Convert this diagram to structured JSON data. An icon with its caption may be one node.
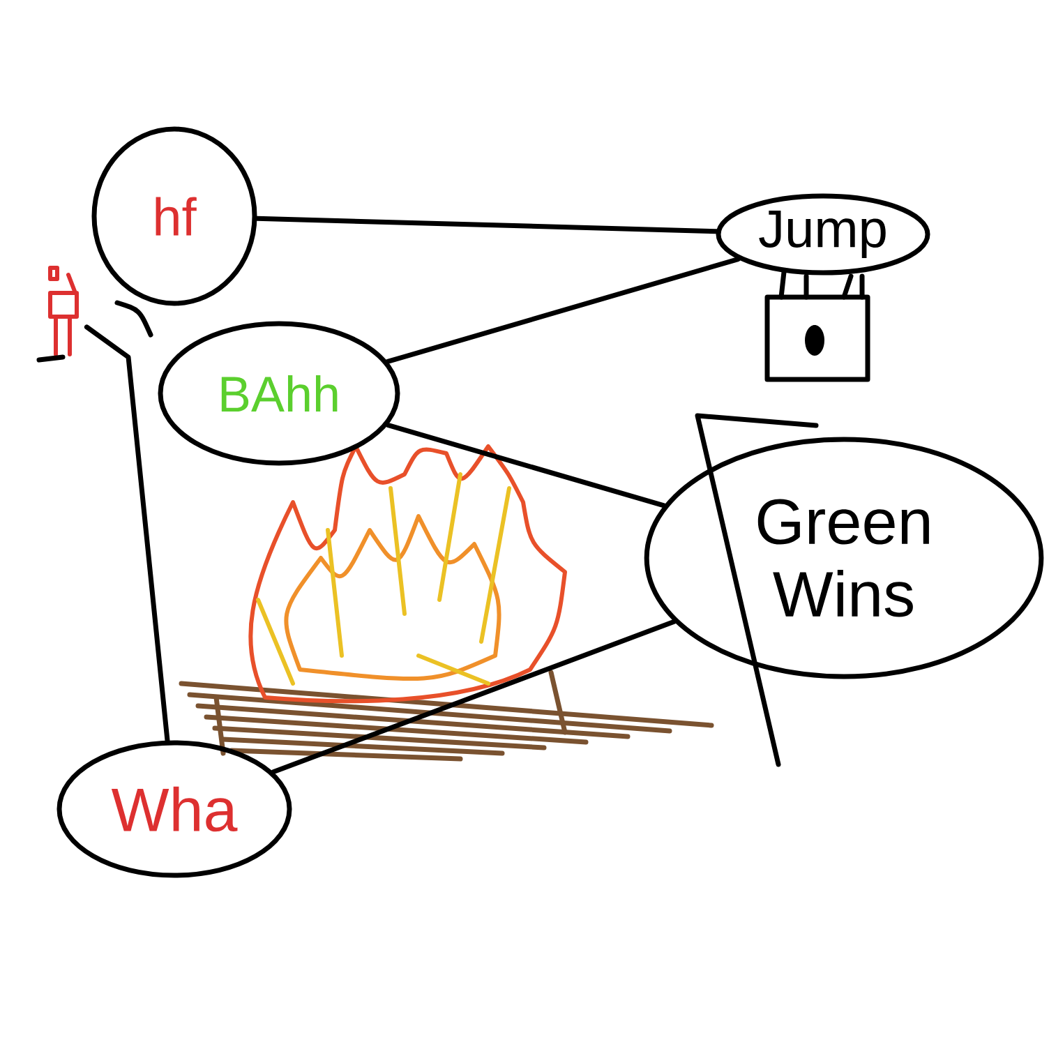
{
  "diagram": {
    "nodes": [
      {
        "text": [
          "hf"
        ]
      },
      {
        "text": [
          "Jump"
        ]
      },
      {
        "text": [
          "BAhh"
        ]
      },
      {
        "text": [
          "Green Wins"
        ]
      },
      {
        "text": [
          "Wha"
        ]
      },
      {
        "text": [],
        "shape": "person"
      }
    ],
    "edges": [
      {
        "from": 0,
        "to": 1,
        "arrow": "none"
      },
      {
        "from": 2,
        "to": 1,
        "arrow": "none"
      },
      {
        "from": 2,
        "to": 3,
        "arrow": "none"
      },
      {
        "from": 4,
        "to": 3,
        "arrow": "none"
      },
      {
        "from": 5,
        "to": 4,
        "arrow": "none"
      }
    ]
  }
}
